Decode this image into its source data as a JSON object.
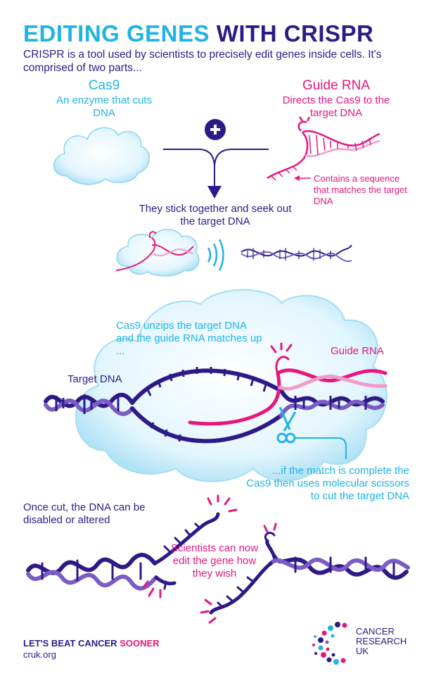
{
  "title": {
    "part1": "EDITING GENES",
    "part2": "WITH CRISPR"
  },
  "intro": "CRISPR is a tool used by scientists to precisely edit genes inside cells. It's comprised of two parts...",
  "cas9": {
    "title": "Cas9",
    "desc": "An enzyme that cuts DNA"
  },
  "guide_rna": {
    "title": "Guide RNA",
    "desc": "Directs the Cas9 to the target DNA"
  },
  "plus_sign": "+",
  "contains_note": "Contains a sequence that matches the target DNA",
  "stick_together": "They stick together and seek out the target DNA",
  "unzips": "Cas9 unzips the target DNA and the guide RNA matches up ...",
  "label_guide_rna": "Guide RNA",
  "label_target_dna": "Target DNA",
  "match_complete": "...if the match is complete the Cas9 then uses molecular scissors to cut the target DNA",
  "once_cut": "Once cut, the DNA can be disabled or altered",
  "scientists_edit": "Scientists can now edit the gene how they wish",
  "footer": {
    "line1a": "LET'S BEAT CANCER ",
    "line1b": "SOONER",
    "url": "cruk.org"
  },
  "logo": {
    "line1": "CANCER",
    "line2": "RESEARCH",
    "line3": "UK"
  },
  "colors": {
    "navy": "#2e1a87",
    "cyan": "#1fb4e4",
    "pink": "#e6177f",
    "cloud": "#d9f1fb"
  }
}
